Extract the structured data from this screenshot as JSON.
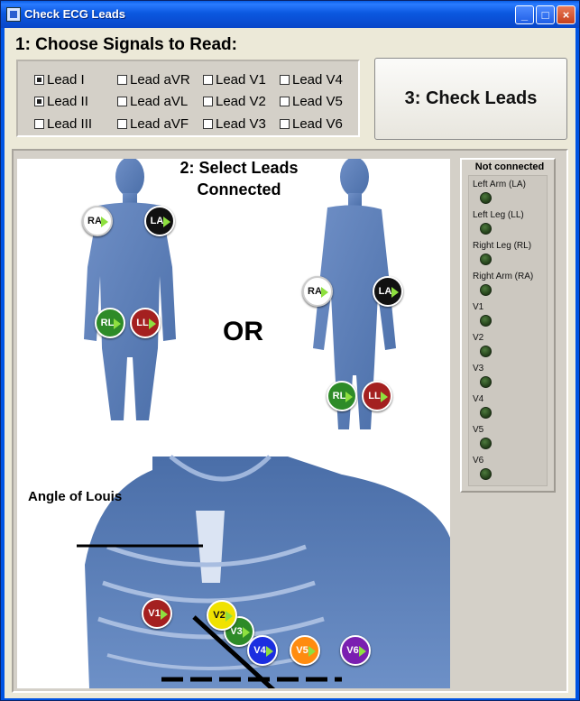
{
  "window": {
    "title": "Check ECG Leads",
    "buttons": [
      "minimize",
      "maximize",
      "close"
    ]
  },
  "choose_heading": "1: Choose Signals to Read:",
  "leads": [
    {
      "label": "Lead I",
      "checked": true
    },
    {
      "label": "Lead II",
      "checked": true
    },
    {
      "label": "Lead III",
      "checked": false
    },
    {
      "label": "Lead aVR",
      "checked": false
    },
    {
      "label": "Lead aVL",
      "checked": false
    },
    {
      "label": "Lead aVF",
      "checked": false
    },
    {
      "label": "Lead V1",
      "checked": false
    },
    {
      "label": "Lead V2",
      "checked": false
    },
    {
      "label": "Lead V3",
      "checked": false
    },
    {
      "label": "Lead V4",
      "checked": false
    },
    {
      "label": "Lead V5",
      "checked": false
    },
    {
      "label": "Lead V6",
      "checked": false
    }
  ],
  "check_button": "3: Check Leads",
  "select_heading": "2: Select Leads Connected",
  "or_text": "OR",
  "angle_label": "Angle of Louis",
  "electrodes": {
    "front": [
      "RA",
      "LA",
      "RL",
      "LL"
    ],
    "side": [
      "RA",
      "LA",
      "RL",
      "LL"
    ],
    "chest": [
      "V1",
      "V2",
      "V3",
      "V4",
      "V5",
      "V6"
    ]
  },
  "electrode_colors": {
    "RA": "#ffffff",
    "LA": "#111111",
    "RL": "#2e8b28",
    "LL": "#a42020",
    "V1": "#a42020",
    "V2": "#f0e200",
    "V3": "#2e8b28",
    "V4": "#1b2ee0",
    "V5": "#ff8c10",
    "V6": "#7a1fb0"
  },
  "status": {
    "title": "Not connected",
    "items": [
      "Left Arm (LA)",
      "Left Leg (LL)",
      "Right Leg (RL)",
      "Right Arm (RA)",
      "V1",
      "V2",
      "V3",
      "V4",
      "V5",
      "V6"
    ]
  }
}
